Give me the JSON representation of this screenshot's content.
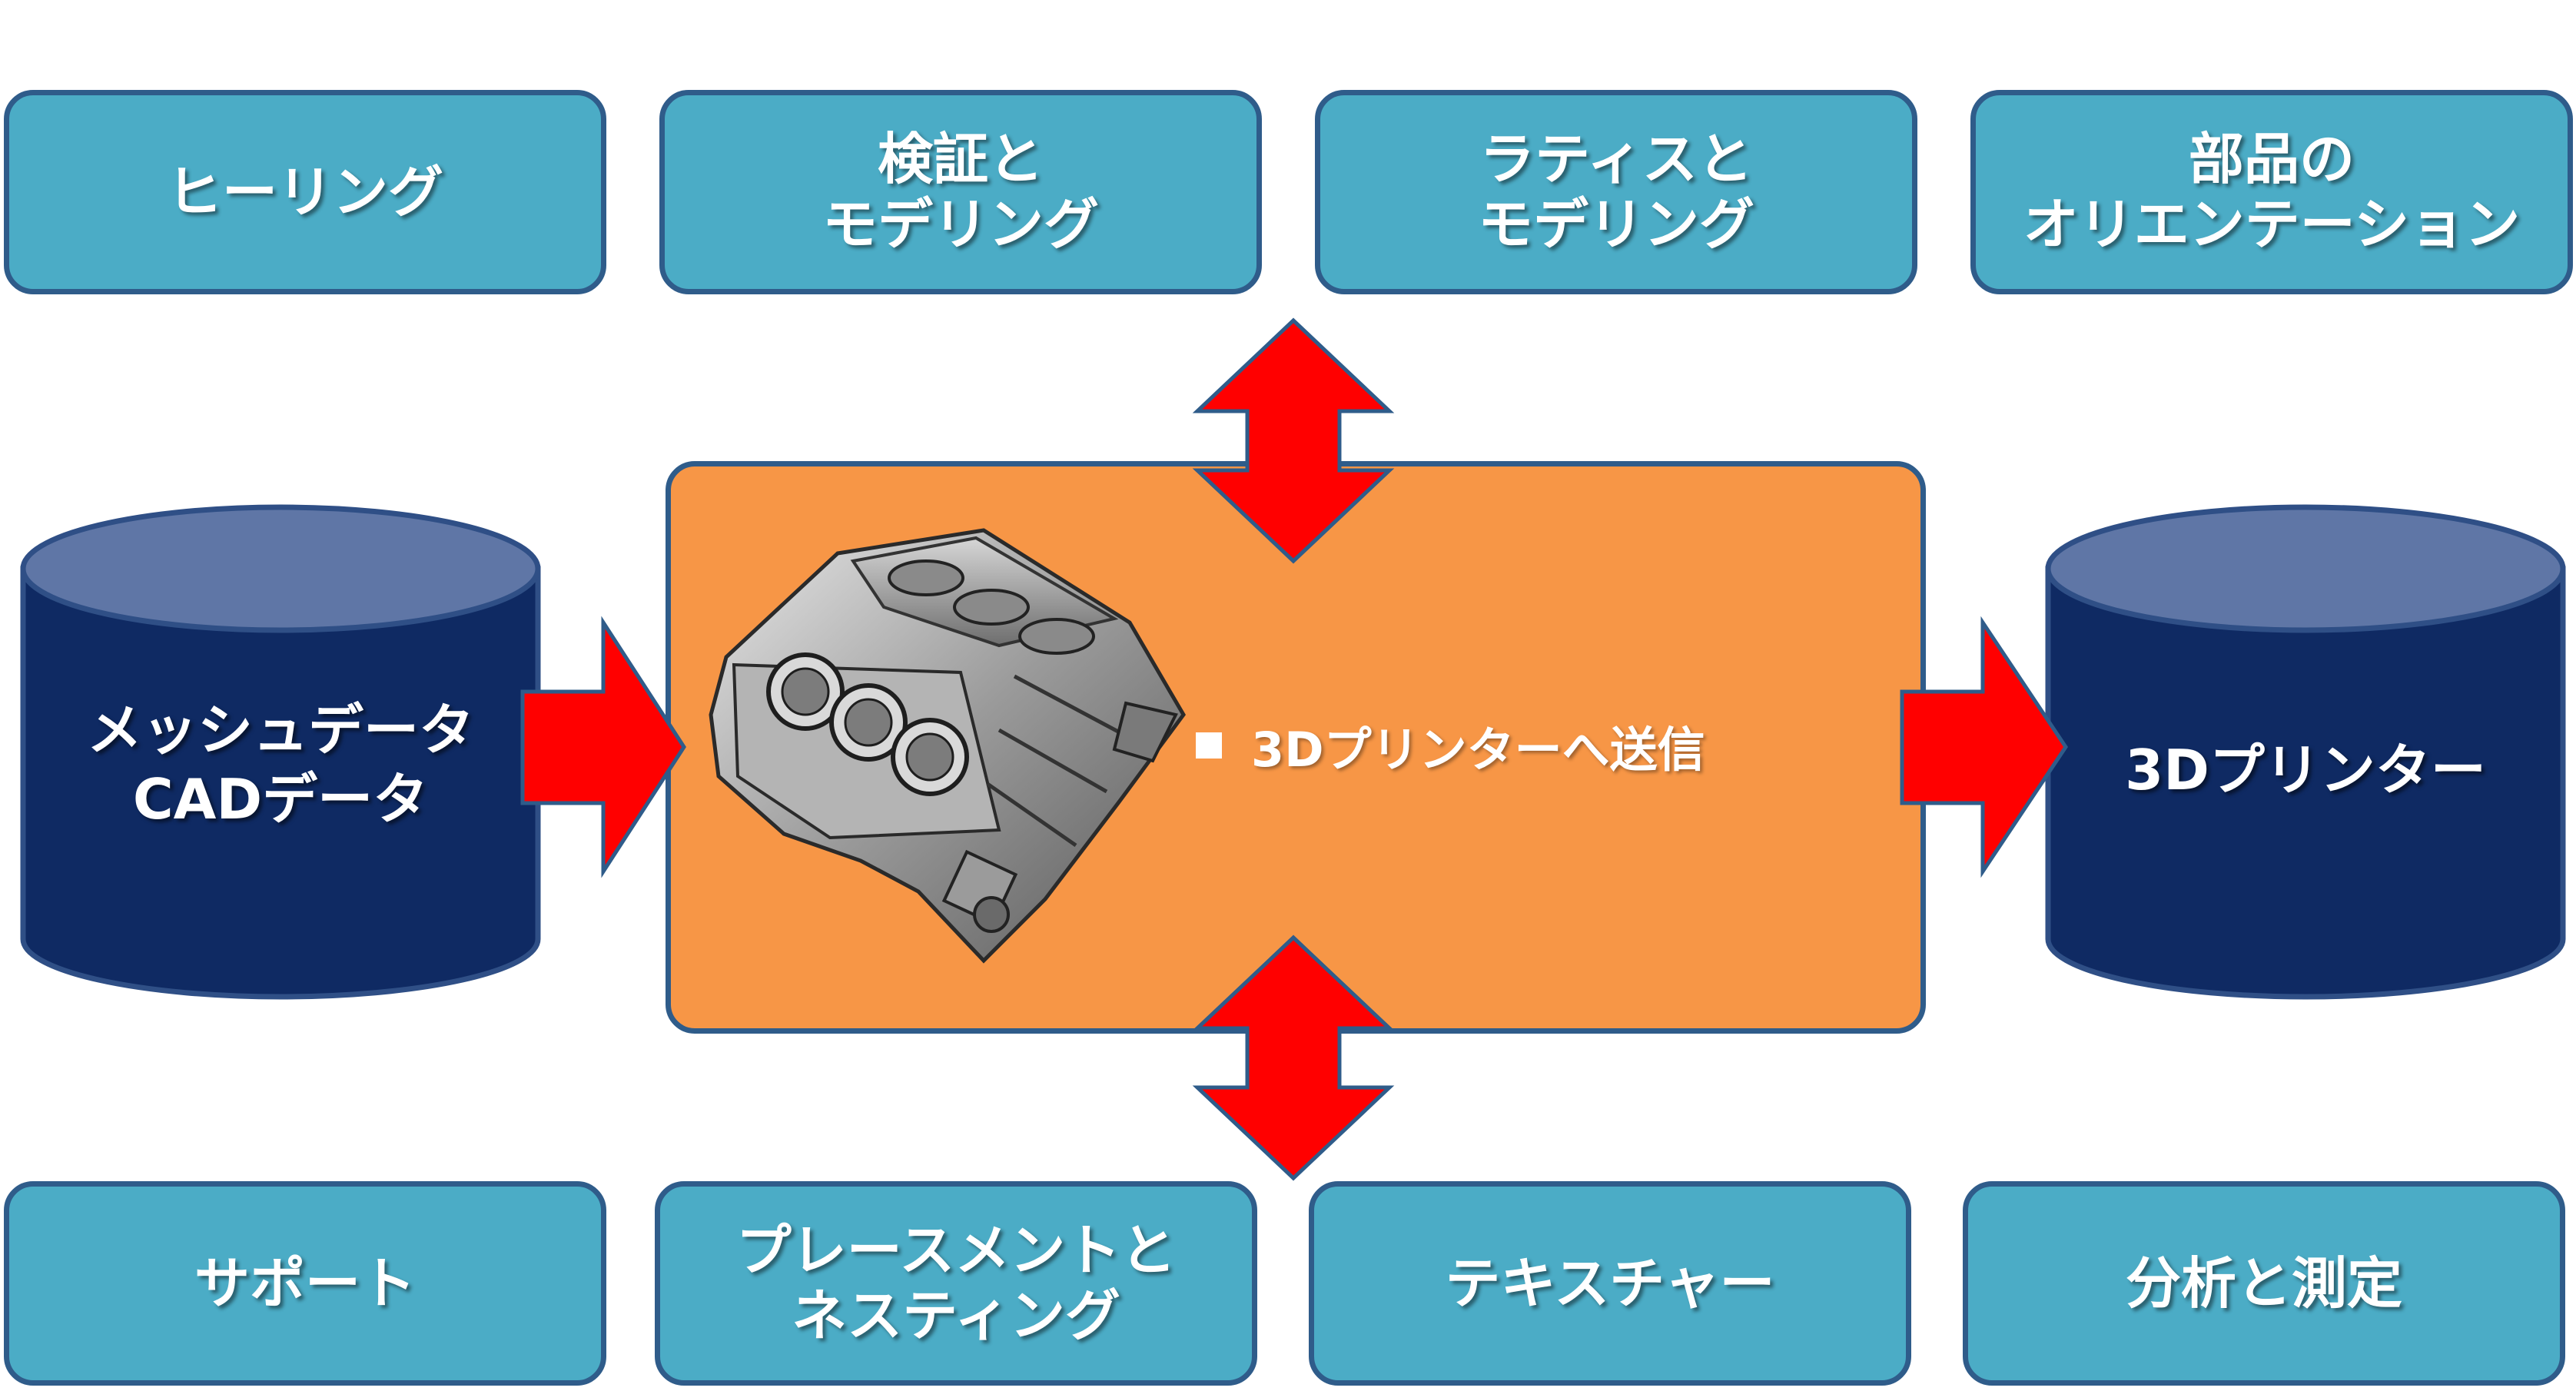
{
  "top_boxes": [
    {
      "label": "ヒーリング"
    },
    {
      "label": "検証と\nモデリング"
    },
    {
      "label": "ラティスと\nモデリング"
    },
    {
      "label": "部品の\nオリエンテーション"
    }
  ],
  "bottom_boxes": [
    {
      "label": "サポート"
    },
    {
      "label": "プレースメントと\nネスティング"
    },
    {
      "label": "テキスチャー"
    },
    {
      "label": "分析と測定"
    }
  ],
  "input_store": {
    "label": "メッシュデータ\nCADデータ"
  },
  "output_store": {
    "label": "3Dプリンター"
  },
  "center": {
    "action_label": "3Dプリンターへ送信",
    "image_icon": "engine-block-icon"
  },
  "colors": {
    "box_fill": "#4BACC6",
    "box_border": "#2F5C8A",
    "center_fill": "#F79646",
    "cylinder_body": "#0F2A63",
    "cylinder_top": "#5F76A6",
    "arrow": "#FF0000"
  }
}
